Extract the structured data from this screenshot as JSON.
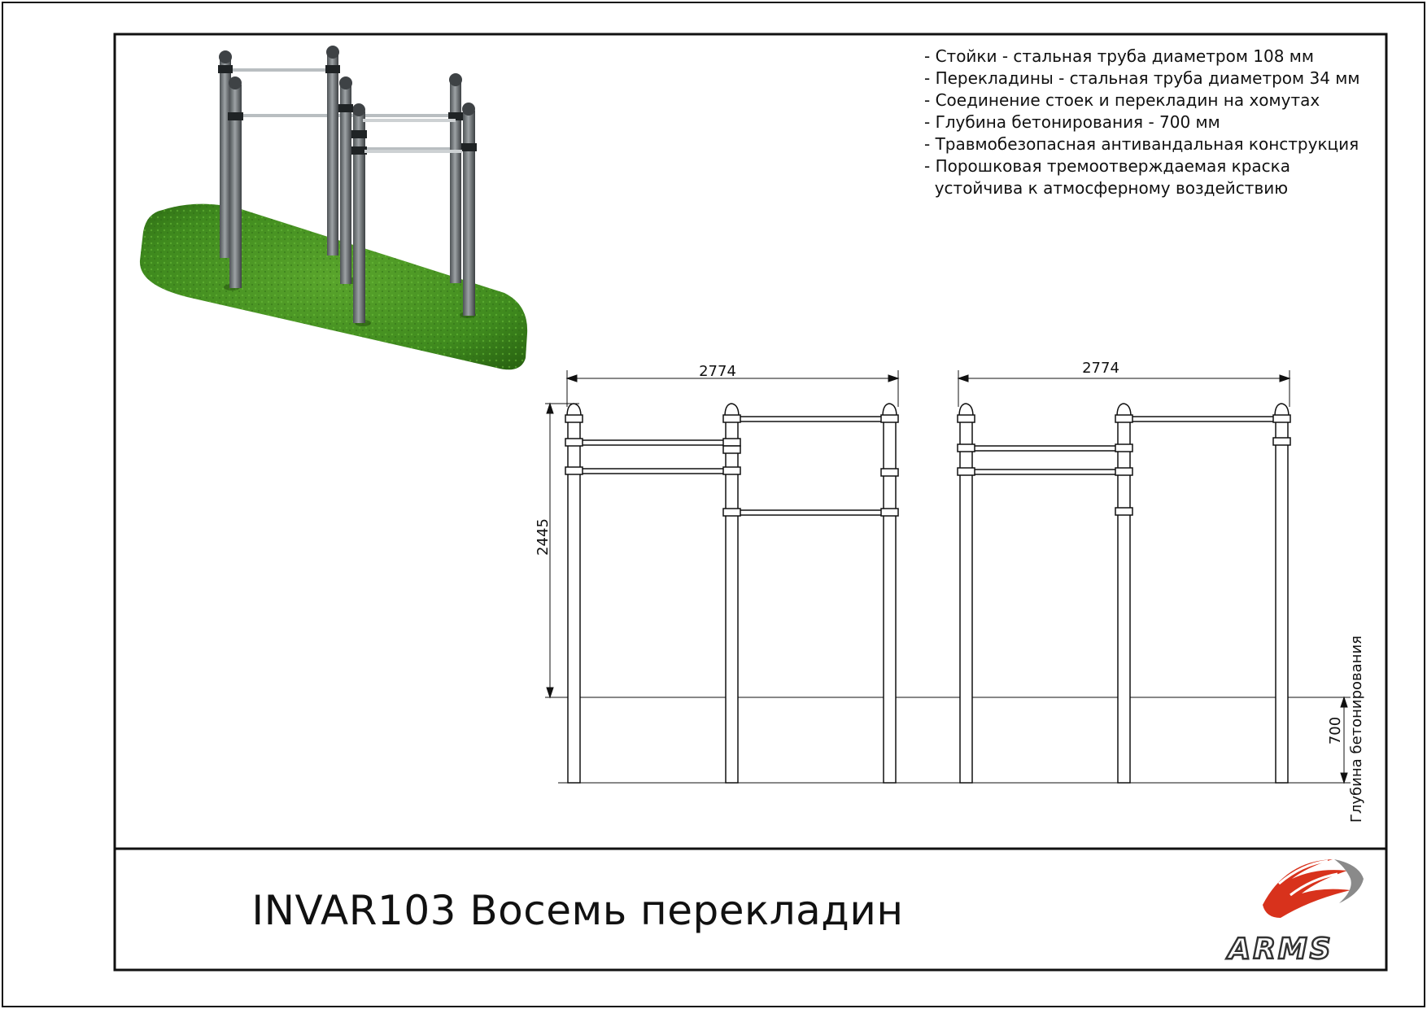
{
  "specs": [
    "- Стойки - стальная труба диаметром 108 мм",
    "- Перекладины - стальная труба диаметром 34 мм",
    "- Соединение стоек и перекладин на хомутах",
    "- Глубина бетонирования - 700 мм",
    "- Травмобезопасная антивандальная конструкция",
    "- Порошковая тремоотверждаемая краска",
    "  устойчива к атмосферному воздействию"
  ],
  "dimensions": {
    "width_left": "2774",
    "width_right": "2774",
    "height": "2445",
    "depth": "700",
    "depth_label": "Глубина бетонирования"
  },
  "title": "INVAR103 Восемь перекладин",
  "logo": {
    "text": "ARMS",
    "color_red": "#d8321c",
    "color_gray": "#8a8a8a"
  },
  "colors": {
    "grass": "#3f8a1e",
    "pole": "#7b7f82",
    "line": "#111111"
  }
}
